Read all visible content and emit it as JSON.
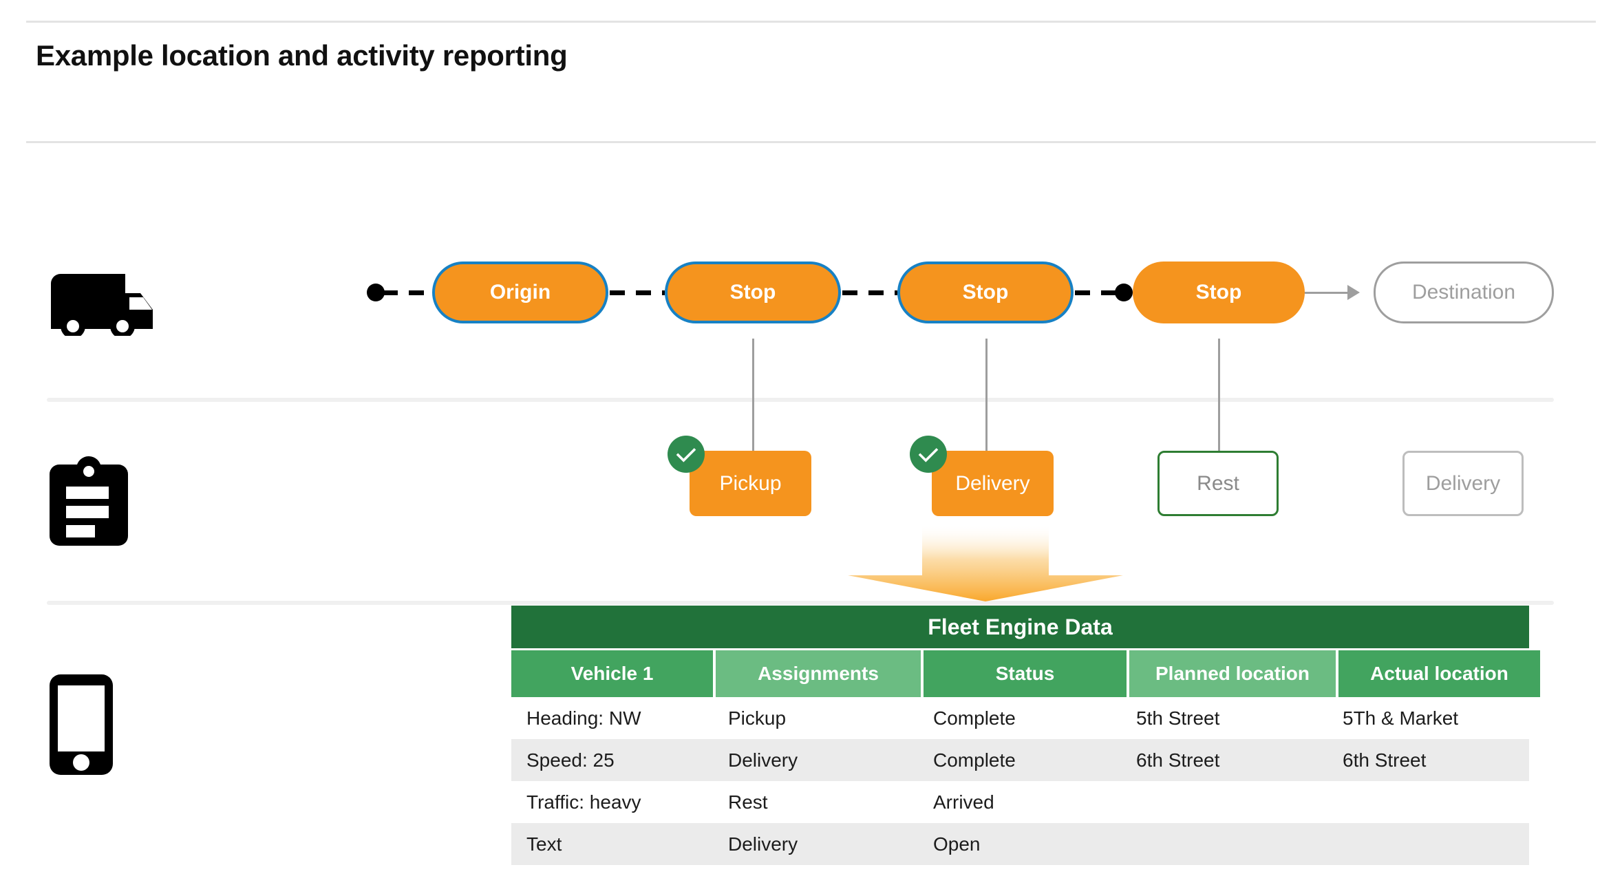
{
  "page": {
    "title": "Example location and activity reporting"
  },
  "colors": {
    "chip_fill": "#F5941E",
    "chip_border": "#1781C4",
    "muted_border": "#9E9E9E",
    "muted_text": "#9E9E9E",
    "green_check": "#2F8B4F",
    "green_outline": "#2E7D32",
    "table_title_bg": "#21723A",
    "table_header_dark": "#42A45F",
    "table_header_light": "#6BBC82",
    "row_alt_bg": "#EBEBEB",
    "divider": "#F0F0F0"
  },
  "rails": [
    {
      "icon": "truck-icon",
      "label": "truck"
    },
    {
      "icon": "clipboard-icon",
      "label": "clipboard"
    },
    {
      "icon": "phone-icon",
      "label": "mobile-phone"
    }
  ],
  "route": {
    "nodes": [
      {
        "label": "Origin",
        "style": "orange-bordered"
      },
      {
        "label": "Stop",
        "style": "orange-bordered"
      },
      {
        "label": "Stop",
        "style": "orange-bordered"
      },
      {
        "label": "Stop",
        "style": "orange"
      },
      {
        "label": "Destination",
        "style": "outline-grey"
      }
    ]
  },
  "activities": [
    {
      "label": "Pickup",
      "style": "orange",
      "completed": true
    },
    {
      "label": "Delivery",
      "style": "orange",
      "completed": true
    },
    {
      "label": "Rest",
      "style": "outline-green",
      "completed": false
    },
    {
      "label": "Delivery",
      "style": "outline-grey",
      "completed": false
    }
  ],
  "table": {
    "title": "Fleet Engine Data",
    "columns": [
      "Vehicle 1",
      "Assignments",
      "Status",
      "Planned location",
      "Actual location"
    ],
    "rows": [
      [
        "Heading: NW",
        "Pickup",
        "Complete",
        "5th Street",
        "5Th & Market"
      ],
      [
        "Speed: 25",
        "Delivery",
        "Complete",
        "6th Street",
        "6th Street"
      ],
      [
        "Traffic: heavy",
        "Rest",
        "Arrived",
        "",
        ""
      ],
      [
        "Text",
        "Delivery",
        "Open",
        "",
        ""
      ]
    ]
  }
}
